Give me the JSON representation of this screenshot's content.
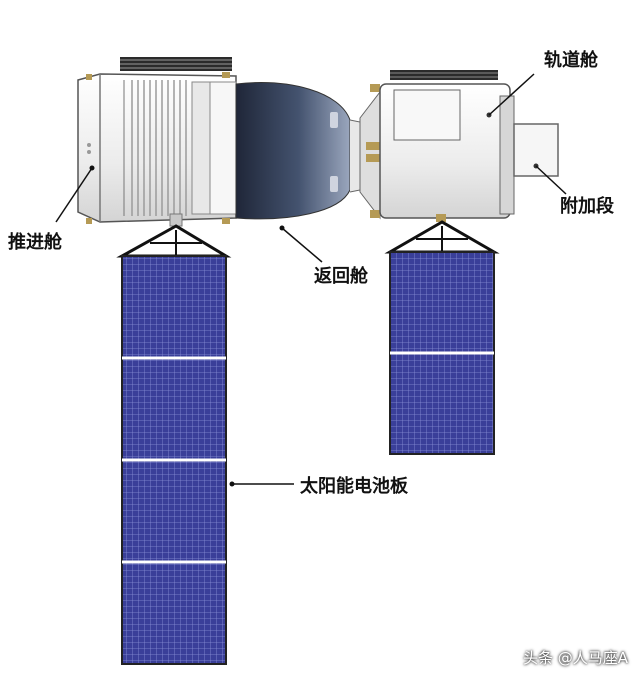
{
  "labels": {
    "orbital_module": "轨道舱",
    "propulsion_module": "推进舱",
    "reentry_module": "返回舱",
    "additional_segment": "附加段",
    "solar_panel": "太阳能电池板"
  },
  "watermark": "头条 @人马座A",
  "colors": {
    "panel_blue": "#3b3f9a",
    "panel_grid": "#8a8fd6",
    "capsule_dark": "#2f3b54",
    "hull_white": "#f3f3f3",
    "outline": "#555555"
  }
}
